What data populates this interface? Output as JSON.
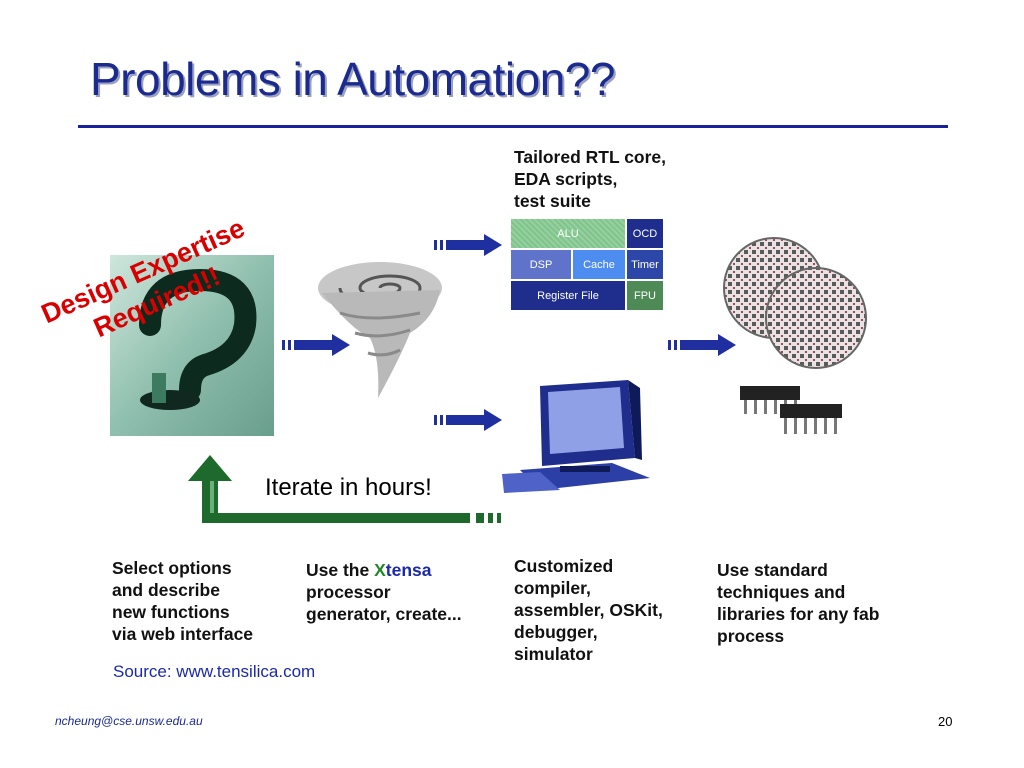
{
  "slide": {
    "title": "Problems in Automation??",
    "footer_email": "ncheung@cse.unsw.edu.au",
    "page_number": "20",
    "source": "Source: www.tensilica.com"
  },
  "top_caption": [
    "Tailored RTL core,",
    "EDA scripts,",
    "test suite"
  ],
  "processor_block": {
    "alu": "ALU",
    "ocd": "OCD",
    "dsp": "DSP",
    "cache": "Cache",
    "timer": "Timer",
    "register_file": "Register File",
    "fpu": "FPU"
  },
  "design_label": [
    "Design Expertise",
    "Required!!"
  ],
  "iterate_label": "Iterate in hours!",
  "captions": {
    "select": [
      "Select options",
      "and describe",
      "new functions",
      "via web interface"
    ],
    "xtensa": {
      "line1_prefix": "Use the ",
      "x_letter": "X",
      "brand_rest": "tensa",
      "line2": "processor",
      "line3": "generator, create..."
    },
    "tools": [
      "Customized",
      "compiler,",
      "assembler, OSKit,",
      "debugger,",
      "simulator"
    ],
    "fab": [
      "Use standard",
      "techniques and",
      "libraries for any fab",
      "process"
    ]
  },
  "colors": {
    "title": "#1a2a8f",
    "arrow_blue": "#1f2fa0",
    "feedback_green": "#1d6a2c",
    "design_red": "#d80000",
    "x_green": "#1e8a2a",
    "tensa_blue": "#1a2aa8"
  },
  "icons": {
    "question": "question-mark-photo-icon",
    "tornado": "tornado-icon",
    "computer": "computer-icon",
    "wafer": "silicon-wafer-icon",
    "chip": "ic-chip-icon"
  }
}
